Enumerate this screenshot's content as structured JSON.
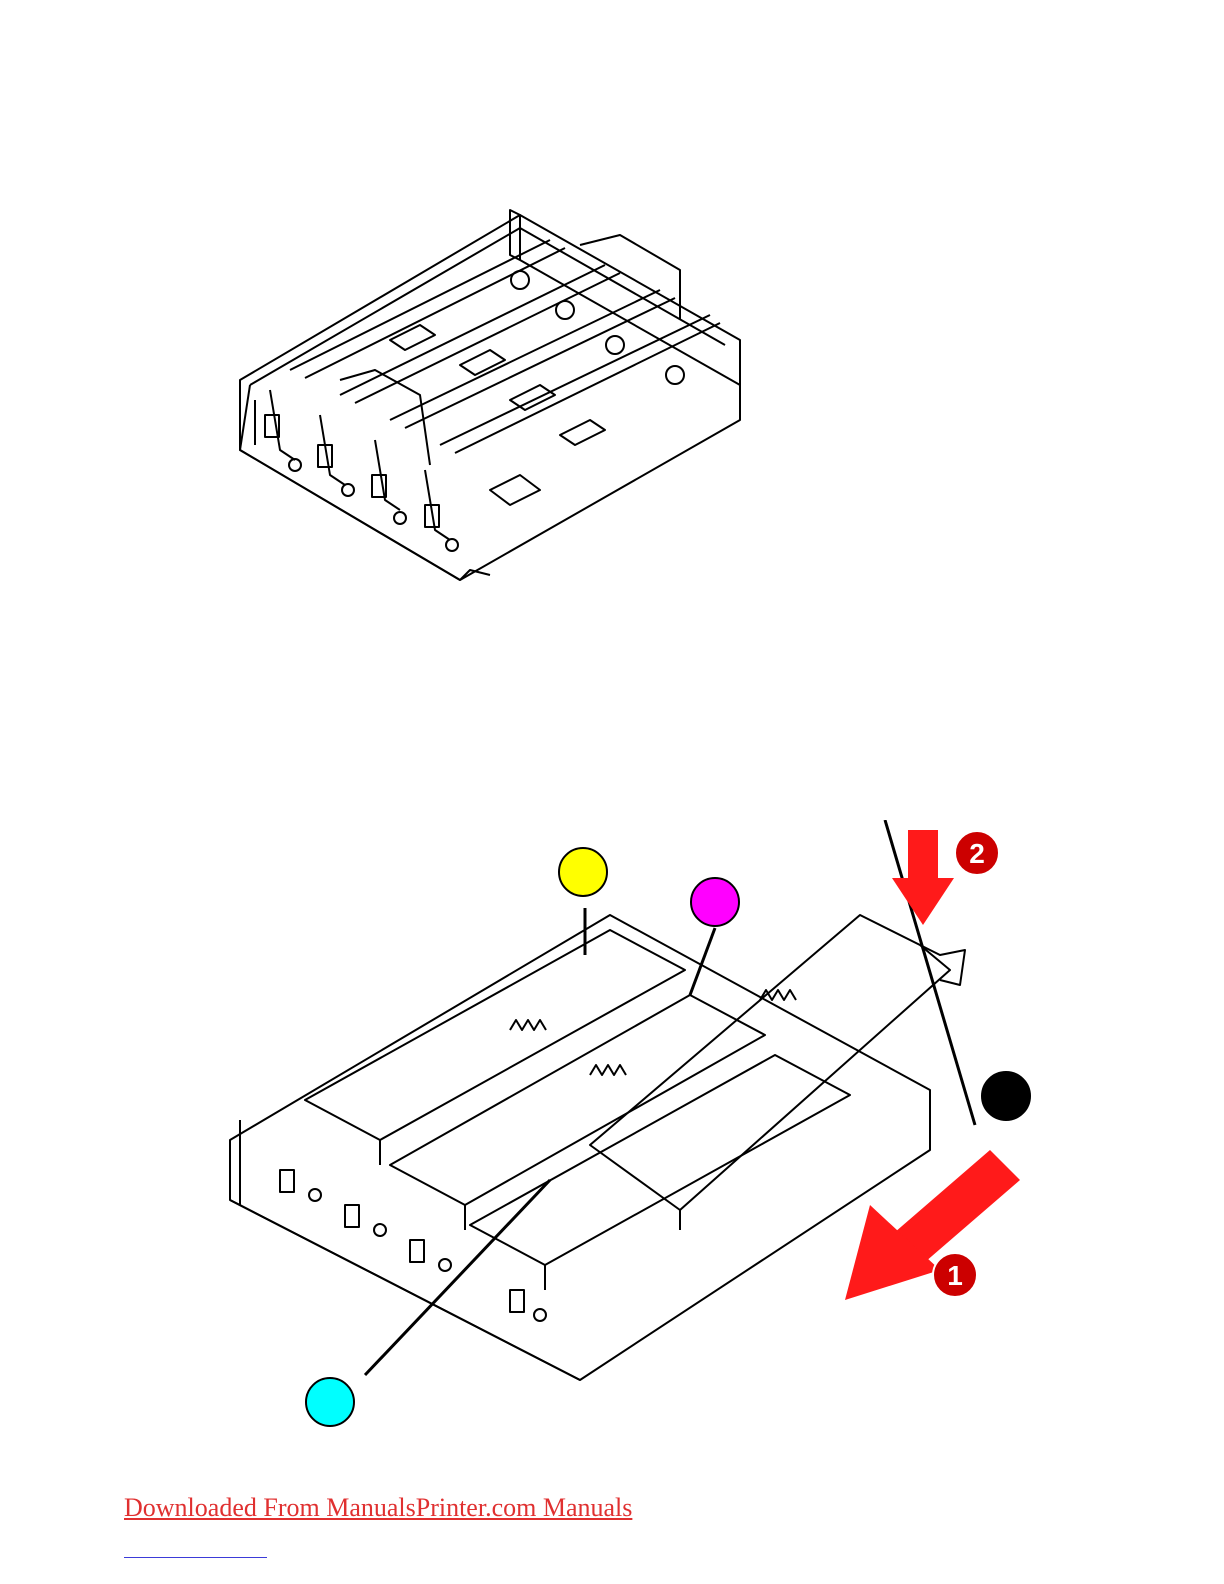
{
  "figures": {
    "top": {
      "subject": "image-drum-unit-empty"
    },
    "bottom": {
      "subject": "toner-cartridges-in-drum-unit",
      "color_markers": [
        {
          "name": "yellow",
          "color": "#ffff00"
        },
        {
          "name": "magenta",
          "color": "#ff00ff"
        },
        {
          "name": "black",
          "color": "#000000"
        },
        {
          "name": "cyan",
          "color": "#00ffff"
        }
      ],
      "step_badges": [
        {
          "number": "1",
          "color": "#cc0000"
        },
        {
          "number": "2",
          "color": "#cc0000"
        }
      ],
      "arrow_color": "#ff1a1a"
    }
  },
  "footer": {
    "link_text": "Downloaded From ManualsPrinter.com Manuals",
    "link_color": "#e03030"
  }
}
